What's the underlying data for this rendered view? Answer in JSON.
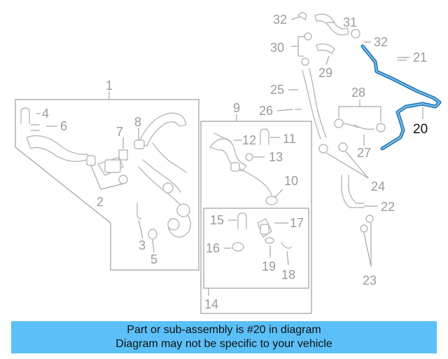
{
  "callouts": {
    "c1": "1",
    "c2": "2",
    "c3": "3",
    "c4": "4",
    "c5": "5",
    "c6": "6",
    "c7": "7",
    "c8": "8",
    "c9": "9",
    "c10": "10",
    "c11": "11",
    "c12": "12",
    "c13": "13",
    "c14": "14",
    "c15": "15",
    "c16": "16",
    "c17": "17",
    "c18": "18",
    "c19": "19",
    "c20": "20",
    "c21": "21",
    "c22": "22",
    "c23": "23",
    "c24": "24",
    "c25": "25",
    "c26": "26",
    "c27": "27",
    "c28": "28",
    "c29": "29",
    "c30": "30",
    "c31": "31",
    "c32a": "32",
    "c32b": "32"
  },
  "highlight_color": "#2a7fc4",
  "banner": {
    "line1": "Part or sub-assembly is #20 in diagram",
    "line2": "Diagram may not be specific to your vehicle",
    "background": "#5bc0f8"
  }
}
